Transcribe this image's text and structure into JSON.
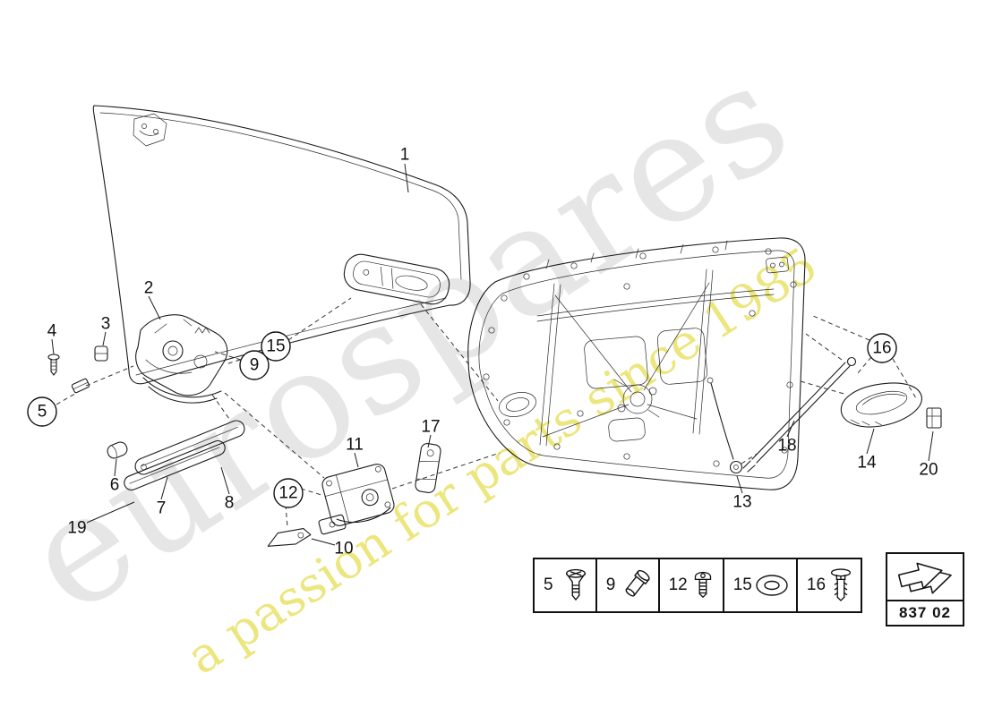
{
  "page": {
    "background": "#ffffff",
    "line_color": "#1c1c1c"
  },
  "watermark": {
    "brand": "eurospares",
    "tagline": "a passion for parts since 1985",
    "brand_color": "#d6d6d6",
    "tagline_color": "#e6dd4f"
  },
  "callouts": {
    "plain": [
      {
        "text": "1"
      },
      {
        "text": "2"
      },
      {
        "text": "3"
      },
      {
        "text": "4"
      },
      {
        "text": "6"
      },
      {
        "text": "7"
      },
      {
        "text": "8"
      },
      {
        "text": "10"
      },
      {
        "text": "11"
      },
      {
        "text": "13"
      },
      {
        "text": "14"
      },
      {
        "text": "17"
      },
      {
        "text": "18"
      },
      {
        "text": "19"
      },
      {
        "text": "20"
      }
    ],
    "circled": [
      {
        "text": "5"
      },
      {
        "text": "9"
      },
      {
        "text": "12"
      },
      {
        "text": "15"
      },
      {
        "text": "16"
      }
    ]
  },
  "legend": {
    "items": [
      {
        "number": "5",
        "icon": "countersunk-screw-icon"
      },
      {
        "number": "9",
        "icon": "shoulder-bolt-icon"
      },
      {
        "number": "12",
        "icon": "pan-head-screw-icon"
      },
      {
        "number": "15",
        "icon": "oval-grommet-icon"
      },
      {
        "number": "16",
        "icon": "expanding-rivet-icon"
      }
    ]
  },
  "part_code": {
    "value": "837 02"
  }
}
